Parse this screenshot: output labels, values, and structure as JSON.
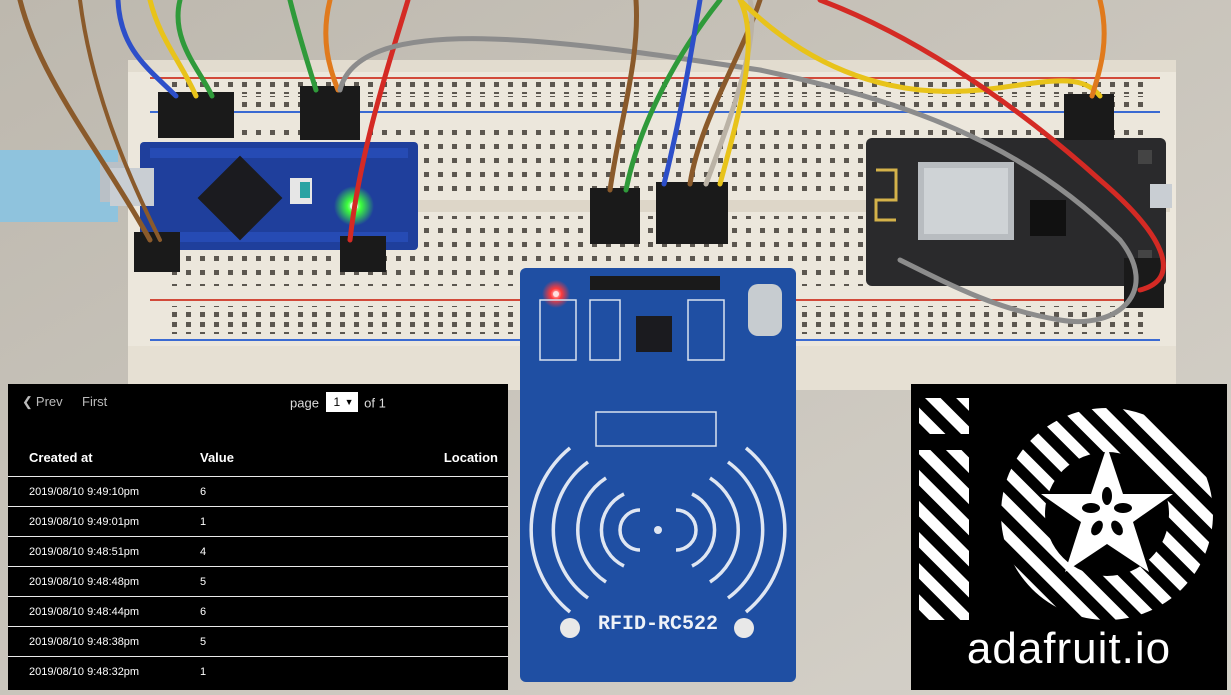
{
  "pager": {
    "prev_label": "Prev",
    "first_label": "First",
    "page_label": "page",
    "page_value": "1",
    "of_label": "of 1"
  },
  "table": {
    "columns": {
      "created": "Created at",
      "value": "Value",
      "location": "Location"
    },
    "rows": [
      {
        "created": "2019/08/10 9:49:10pm",
        "value": "6"
      },
      {
        "created": "2019/08/10 9:49:01pm",
        "value": "1"
      },
      {
        "created": "2019/08/10 9:48:51pm",
        "value": "4"
      },
      {
        "created": "2019/08/10 9:48:48pm",
        "value": "5"
      },
      {
        "created": "2019/08/10 9:48:44pm",
        "value": "6"
      },
      {
        "created": "2019/08/10 9:48:38pm",
        "value": "5"
      },
      {
        "created": "2019/08/10 9:48:32pm",
        "value": "1"
      }
    ]
  },
  "board_labels": {
    "rfid_module": "RFID-RC522"
  },
  "logo": {
    "text": "adafruit.io"
  },
  "colors": {
    "breadboard": "#ece7dc",
    "nano_board": "#1f3f9c",
    "rfid_board": "#1f4fa3",
    "esp_board": "#2a2a2c",
    "wire_red": "#d42a24",
    "wire_yellow": "#e8c31a",
    "wire_green": "#2f9a3a",
    "wire_gray": "#8c8c8c",
    "wire_brown": "#8a5a2b",
    "wire_orange": "#e07a1d",
    "wire_blue": "#2d4fc9",
    "led_green": "#3cff3c",
    "led_red": "#ff3a3a"
  }
}
